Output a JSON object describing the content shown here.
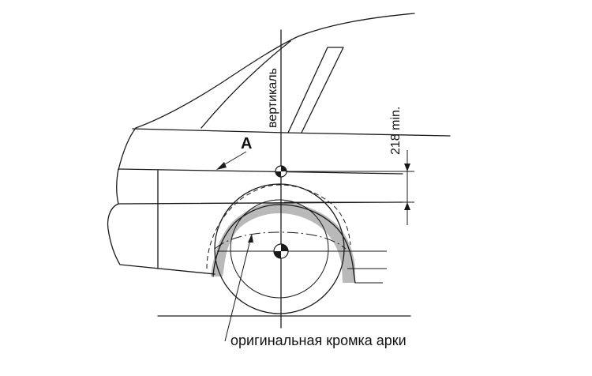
{
  "labels": {
    "point_a": "A",
    "vertical": "вертикаль",
    "dimension": "218 min.",
    "caption": "оригинальная кромка арки"
  },
  "colors": {
    "line": "#1a1a1a",
    "arch_fill": "#b9b9b9",
    "background": "#ffffff"
  }
}
